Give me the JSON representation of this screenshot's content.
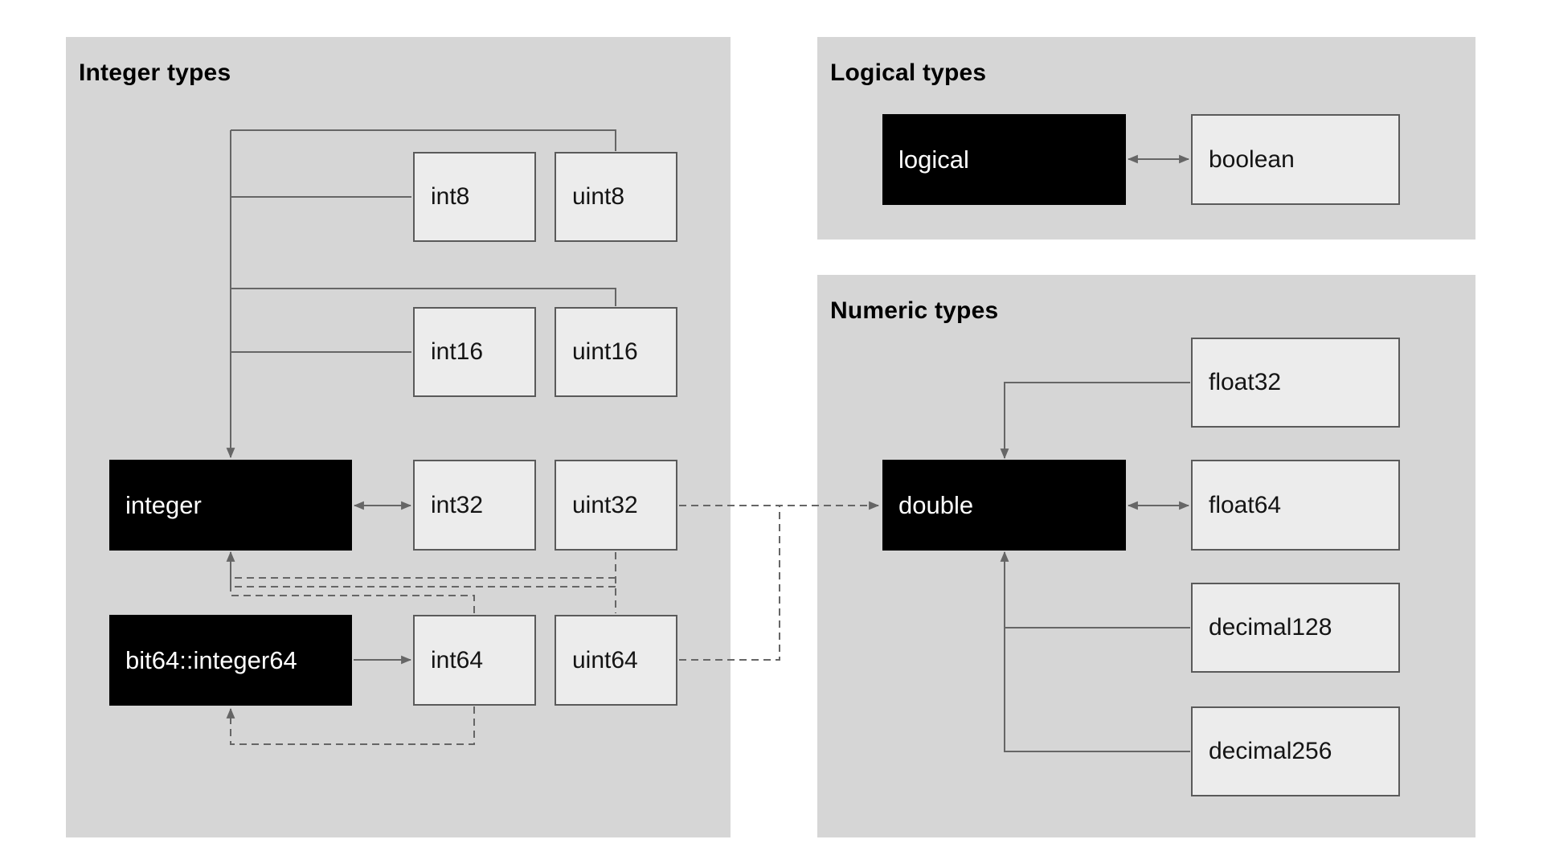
{
  "panels": {
    "integer": {
      "title": "Integer types"
    },
    "logical": {
      "title": "Logical types"
    },
    "numeric": {
      "title": "Numeric types"
    }
  },
  "boxes": {
    "integer": {
      "label": "integer",
      "kind": "r-type"
    },
    "bit64": {
      "label": "bit64::integer64",
      "kind": "r-type"
    },
    "logical": {
      "label": "logical",
      "kind": "r-type"
    },
    "double": {
      "label": "double",
      "kind": "r-type"
    },
    "int8": {
      "label": "int8",
      "kind": "arrow-type"
    },
    "uint8": {
      "label": "uint8",
      "kind": "arrow-type"
    },
    "int16": {
      "label": "int16",
      "kind": "arrow-type"
    },
    "uint16": {
      "label": "uint16",
      "kind": "arrow-type"
    },
    "int32": {
      "label": "int32",
      "kind": "arrow-type"
    },
    "uint32": {
      "label": "uint32",
      "kind": "arrow-type"
    },
    "int64": {
      "label": "int64",
      "kind": "arrow-type"
    },
    "uint64": {
      "label": "uint64",
      "kind": "arrow-type"
    },
    "boolean": {
      "label": "boolean",
      "kind": "arrow-type"
    },
    "float32": {
      "label": "float32",
      "kind": "arrow-type"
    },
    "float64": {
      "label": "float64",
      "kind": "arrow-type"
    },
    "decimal128": {
      "label": "decimal128",
      "kind": "arrow-type"
    },
    "decimal256": {
      "label": "decimal256",
      "kind": "arrow-type"
    }
  },
  "edges": [
    {
      "from": "int8",
      "to": "integer",
      "style": "solid",
      "arrow": "to"
    },
    {
      "from": "uint8",
      "to": "integer",
      "style": "solid",
      "arrow": "to"
    },
    {
      "from": "int16",
      "to": "integer",
      "style": "solid",
      "arrow": "to"
    },
    {
      "from": "uint16",
      "to": "integer",
      "style": "solid",
      "arrow": "to"
    },
    {
      "from": "integer",
      "to": "int32",
      "style": "solid",
      "arrow": "both"
    },
    {
      "from": "bit64",
      "to": "int64",
      "style": "solid",
      "arrow": "to"
    },
    {
      "from": "uint32",
      "to": "integer",
      "style": "dashed",
      "arrow": "to"
    },
    {
      "from": "uint64",
      "to": "integer",
      "style": "dashed",
      "arrow": "to"
    },
    {
      "from": "int64",
      "to": "integer",
      "style": "dashed",
      "arrow": "to"
    },
    {
      "from": "int64",
      "to": "bit64",
      "style": "dashed",
      "arrow": "to"
    },
    {
      "from": "uint32",
      "to": "double",
      "style": "dashed",
      "arrow": "to"
    },
    {
      "from": "uint64",
      "to": "double",
      "style": "dashed",
      "arrow": "to"
    },
    {
      "from": "logical",
      "to": "boolean",
      "style": "solid",
      "arrow": "both"
    },
    {
      "from": "double",
      "to": "float64",
      "style": "solid",
      "arrow": "both"
    },
    {
      "from": "float32",
      "to": "double",
      "style": "solid",
      "arrow": "to"
    },
    {
      "from": "decimal128",
      "to": "double",
      "style": "solid",
      "arrow": "to"
    },
    {
      "from": "decimal256",
      "to": "double",
      "style": "solid",
      "arrow": "to"
    }
  ],
  "colors": {
    "page_bg": "#ffffff",
    "panel_bg": "#d6d6d6",
    "box_bg": "#ececec",
    "box_border": "#5a5a5a",
    "line": "#666666",
    "r_box_bg": "#000000",
    "r_box_text": "#ffffff",
    "label_text": "#141414",
    "title_text": "#000000"
  }
}
